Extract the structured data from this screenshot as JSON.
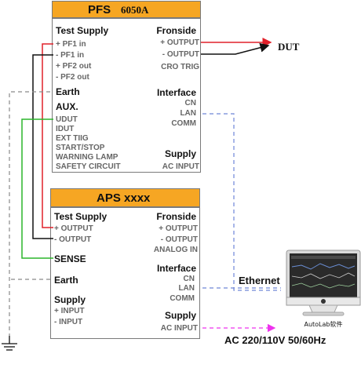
{
  "pfs": {
    "brand": "PFS",
    "model": "6050A",
    "test_supply": {
      "title": "Test Supply",
      "items": [
        "+ PF1  in",
        "- PF1  in",
        "+ PF2  out",
        "- PF2  out"
      ]
    },
    "earth": "Earth",
    "aux": {
      "title": "AUX.",
      "items": [
        "UDUT",
        "IDUT",
        "EXT TIIG",
        "START/STOP",
        "WARNING LAMP",
        "SAFETY CIRCUIT"
      ]
    },
    "fronside": {
      "title": "Fronside",
      "items": [
        "+ OUTPUT",
        "- OUTPUT",
        "CRO TRIG"
      ]
    },
    "interface": {
      "title": "Interface",
      "items": [
        "CN",
        "LAN",
        "COMM"
      ]
    },
    "supply": {
      "title": "Supply",
      "items": [
        "AC INPUT"
      ]
    }
  },
  "aps": {
    "title": "APS xxxx",
    "test_supply": {
      "title": "Test Supply",
      "items": [
        "+ OUTPUT",
        "- OUTPUT"
      ]
    },
    "sense": "SENSE",
    "earth": "Earth",
    "supply": {
      "title": "Supply",
      "items": [
        "+ INPUT",
        "- INPUT"
      ]
    },
    "fronside": {
      "title": "Fronside",
      "items": [
        "+ OUTPUT",
        "- OUTPUT",
        "ANALOG IN"
      ]
    },
    "interface": {
      "title": "Interface",
      "items": [
        "CN",
        "LAN",
        "COMM"
      ]
    },
    "supply_right": {
      "title": "Supply",
      "items": [
        "AC INPUT"
      ]
    }
  },
  "labels": {
    "dut": "DUT",
    "ethernet": "Ethernet",
    "ac": "AC 220/110V 50/60Hz",
    "software": "AutoLab软件"
  },
  "colors": {
    "header": "#f6a623",
    "red_wire": "#e0202a",
    "black_wire": "#111111",
    "green_wire": "#2bb52b",
    "gray_dash": "#8a8a8a",
    "blue_dash": "#6f86d8",
    "magenta_dash": "#ee33ee"
  }
}
